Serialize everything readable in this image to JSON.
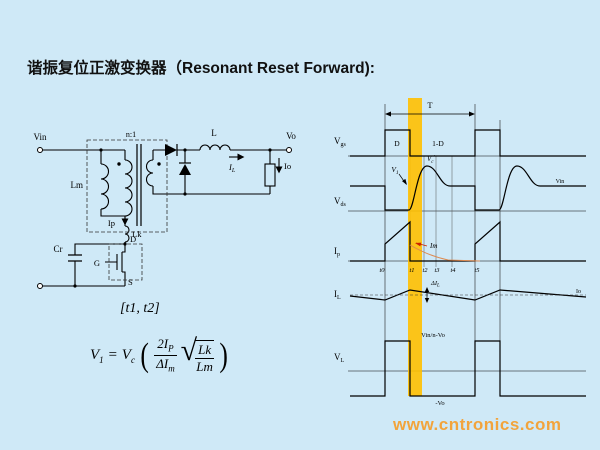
{
  "title": "谐振复位正激变换器（Resonant Reset Forward):",
  "colors": {
    "background": "#cfe9f7",
    "highlight": "#ffc000",
    "im": "#cc2200",
    "magnetizing_curve": "#dd8a50",
    "watermark": "#f2a43c"
  },
  "circuit": {
    "vin": "Vin",
    "turns_ratio": "n:1",
    "lm": "Lm",
    "ip": "Ip",
    "lk": "Lk",
    "drain": "D",
    "gate": "G",
    "source": "S",
    "cr": "Cr",
    "inductor": "L",
    "vo": "Vo",
    "io": "Io",
    "il": {
      "main": "I",
      "sub": "L"
    },
    "interval": "[t1, t2]"
  },
  "formula": {
    "v1": {
      "main": "V",
      "sub": "1"
    },
    "equals": "=",
    "vc": {
      "main": "V",
      "sub": "c"
    },
    "open_paren": "(",
    "num": {
      "main": "2I",
      "sub": "P"
    },
    "den": {
      "main": "ΔI",
      "sub": "m"
    },
    "sqrt": "√",
    "rad_num": "Lk",
    "rad_den": "Lm",
    "close_paren": ")"
  },
  "waveforms": {
    "row_labels": [
      {
        "main": "V",
        "sub": "gs"
      },
      {
        "main": "V",
        "sub": "ds"
      },
      {
        "main": "I",
        "sub": "p"
      },
      {
        "main": "I",
        "sub": "L"
      },
      {
        "main": "V",
        "sub": "L"
      }
    ],
    "period": "T",
    "duty": "D",
    "duty_complement": "1-D",
    "v1": {
      "main": "V",
      "sub": "1"
    },
    "vc_peak": {
      "main": "V",
      "sub": "c",
      "prime": "′"
    },
    "vin_level": "Vin",
    "im": "Im",
    "times": [
      "t0",
      "t1",
      "t2",
      "t3",
      "t4",
      "t5"
    ],
    "delta_il": {
      "main": "ΔI",
      "sub": "L"
    },
    "io_level": "Io",
    "vl_high": "Vin/n-Vo",
    "vl_low": "-Vo"
  },
  "watermark": "www.cntronics.com"
}
